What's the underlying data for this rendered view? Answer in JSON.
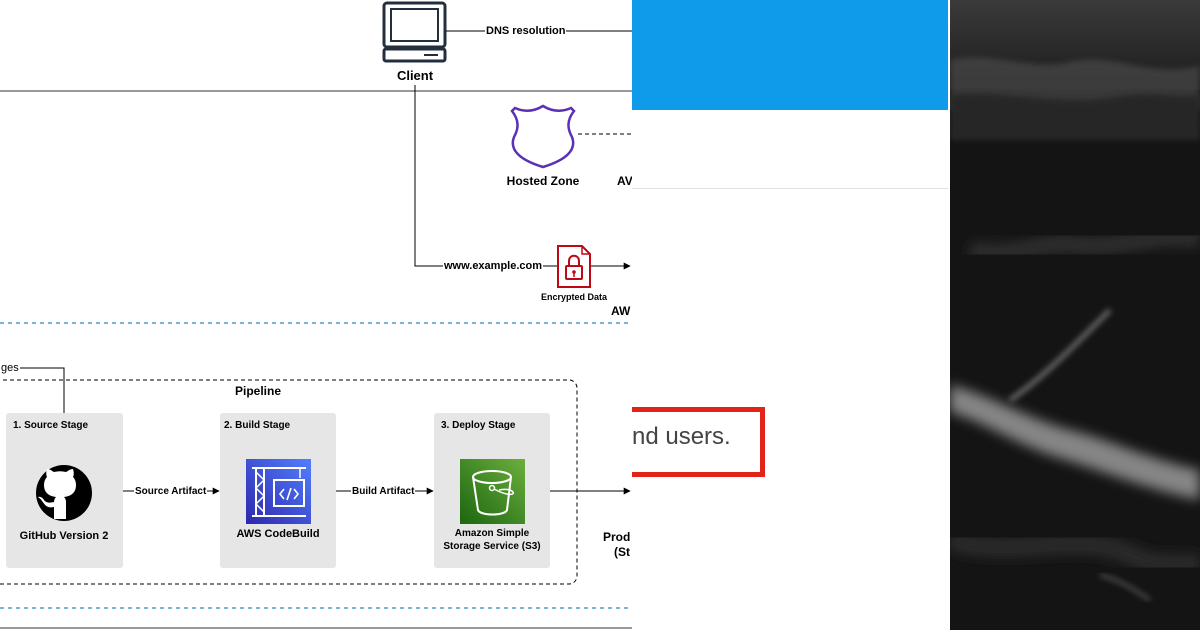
{
  "diagram": {
    "client_label": "Client",
    "dns_edge_label": "DNS resolution",
    "hosted_zone_label": "Hosted Zone",
    "aws_label_partial_1": "AV",
    "url_edge_label": "www.example.com",
    "encrypted_label": "Encrypted Data",
    "aws_label_partial_2": "AW",
    "changes_label_partial": "ges",
    "pipeline_title": "Pipeline",
    "stages": [
      {
        "title": "1. Source Stage",
        "service": "GitHub Version 2"
      },
      {
        "title": "2. Build Stage",
        "service": "AWS CodeBuild"
      },
      {
        "title": "3. Deploy Stage",
        "service_line1": "Amazon Simple",
        "service_line2": "Storage Service (S3)"
      }
    ],
    "source_artifact_label": "Source Artifact",
    "build_artifact_label": "Build Artifact",
    "prod_label_partial_1": "Prod",
    "prod_label_partial_2": "(St",
    "colors": {
      "route53_purple": "#5a30b5",
      "security_red": "#bf0816",
      "codebuild_blue": "#3f48cc",
      "s3_green": "#3f8624",
      "dashed_blue": "#2e86c1"
    }
  },
  "middle_panel": {
    "highlight_text": "nd users.",
    "colors": {
      "banner": "#0f9bea",
      "highlight_border": "#e2231a"
    }
  },
  "right_panel": {
    "description": ""
  }
}
